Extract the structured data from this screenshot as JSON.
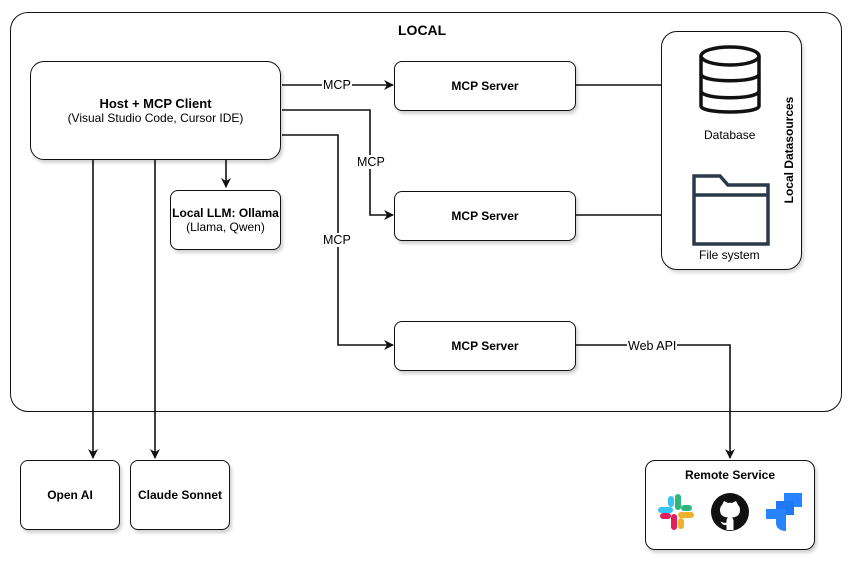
{
  "local_group": {
    "title": "LOCAL"
  },
  "host": {
    "title": "Host + MCP Client",
    "subtitle": "(Visual Studio Code, Cursor IDE)"
  },
  "local_llm": {
    "title": "Local LLM: Ollama",
    "subtitle": "(Llama, Qwen)"
  },
  "mcp_servers": [
    {
      "label": "MCP Server"
    },
    {
      "label": "MCP Server"
    },
    {
      "label": "MCP Server"
    }
  ],
  "edges": {
    "mcp_1": "MCP",
    "mcp_2": "MCP",
    "mcp_3": "MCP",
    "web_api": "Web API"
  },
  "local_datasources": {
    "title": "Local Datasources",
    "items": [
      {
        "label": "Database",
        "icon": "database-icon"
      },
      {
        "label": "File system",
        "icon": "folder-icon"
      }
    ]
  },
  "cloud_models": [
    {
      "label": "Open AI"
    },
    {
      "label": "Claude Sonnet"
    }
  ],
  "remote_service": {
    "title": "Remote Service",
    "icons": [
      "slack-icon",
      "github-icon",
      "jira-icon"
    ]
  },
  "colors": {
    "stroke": "#111111",
    "folder": "#2b3a4a",
    "slack_blue": "#36c5f0",
    "slack_green": "#2eb67d",
    "slack_red": "#e01e5a",
    "slack_yellow": "#ecb22e",
    "jira_blue": "#2684ff"
  }
}
